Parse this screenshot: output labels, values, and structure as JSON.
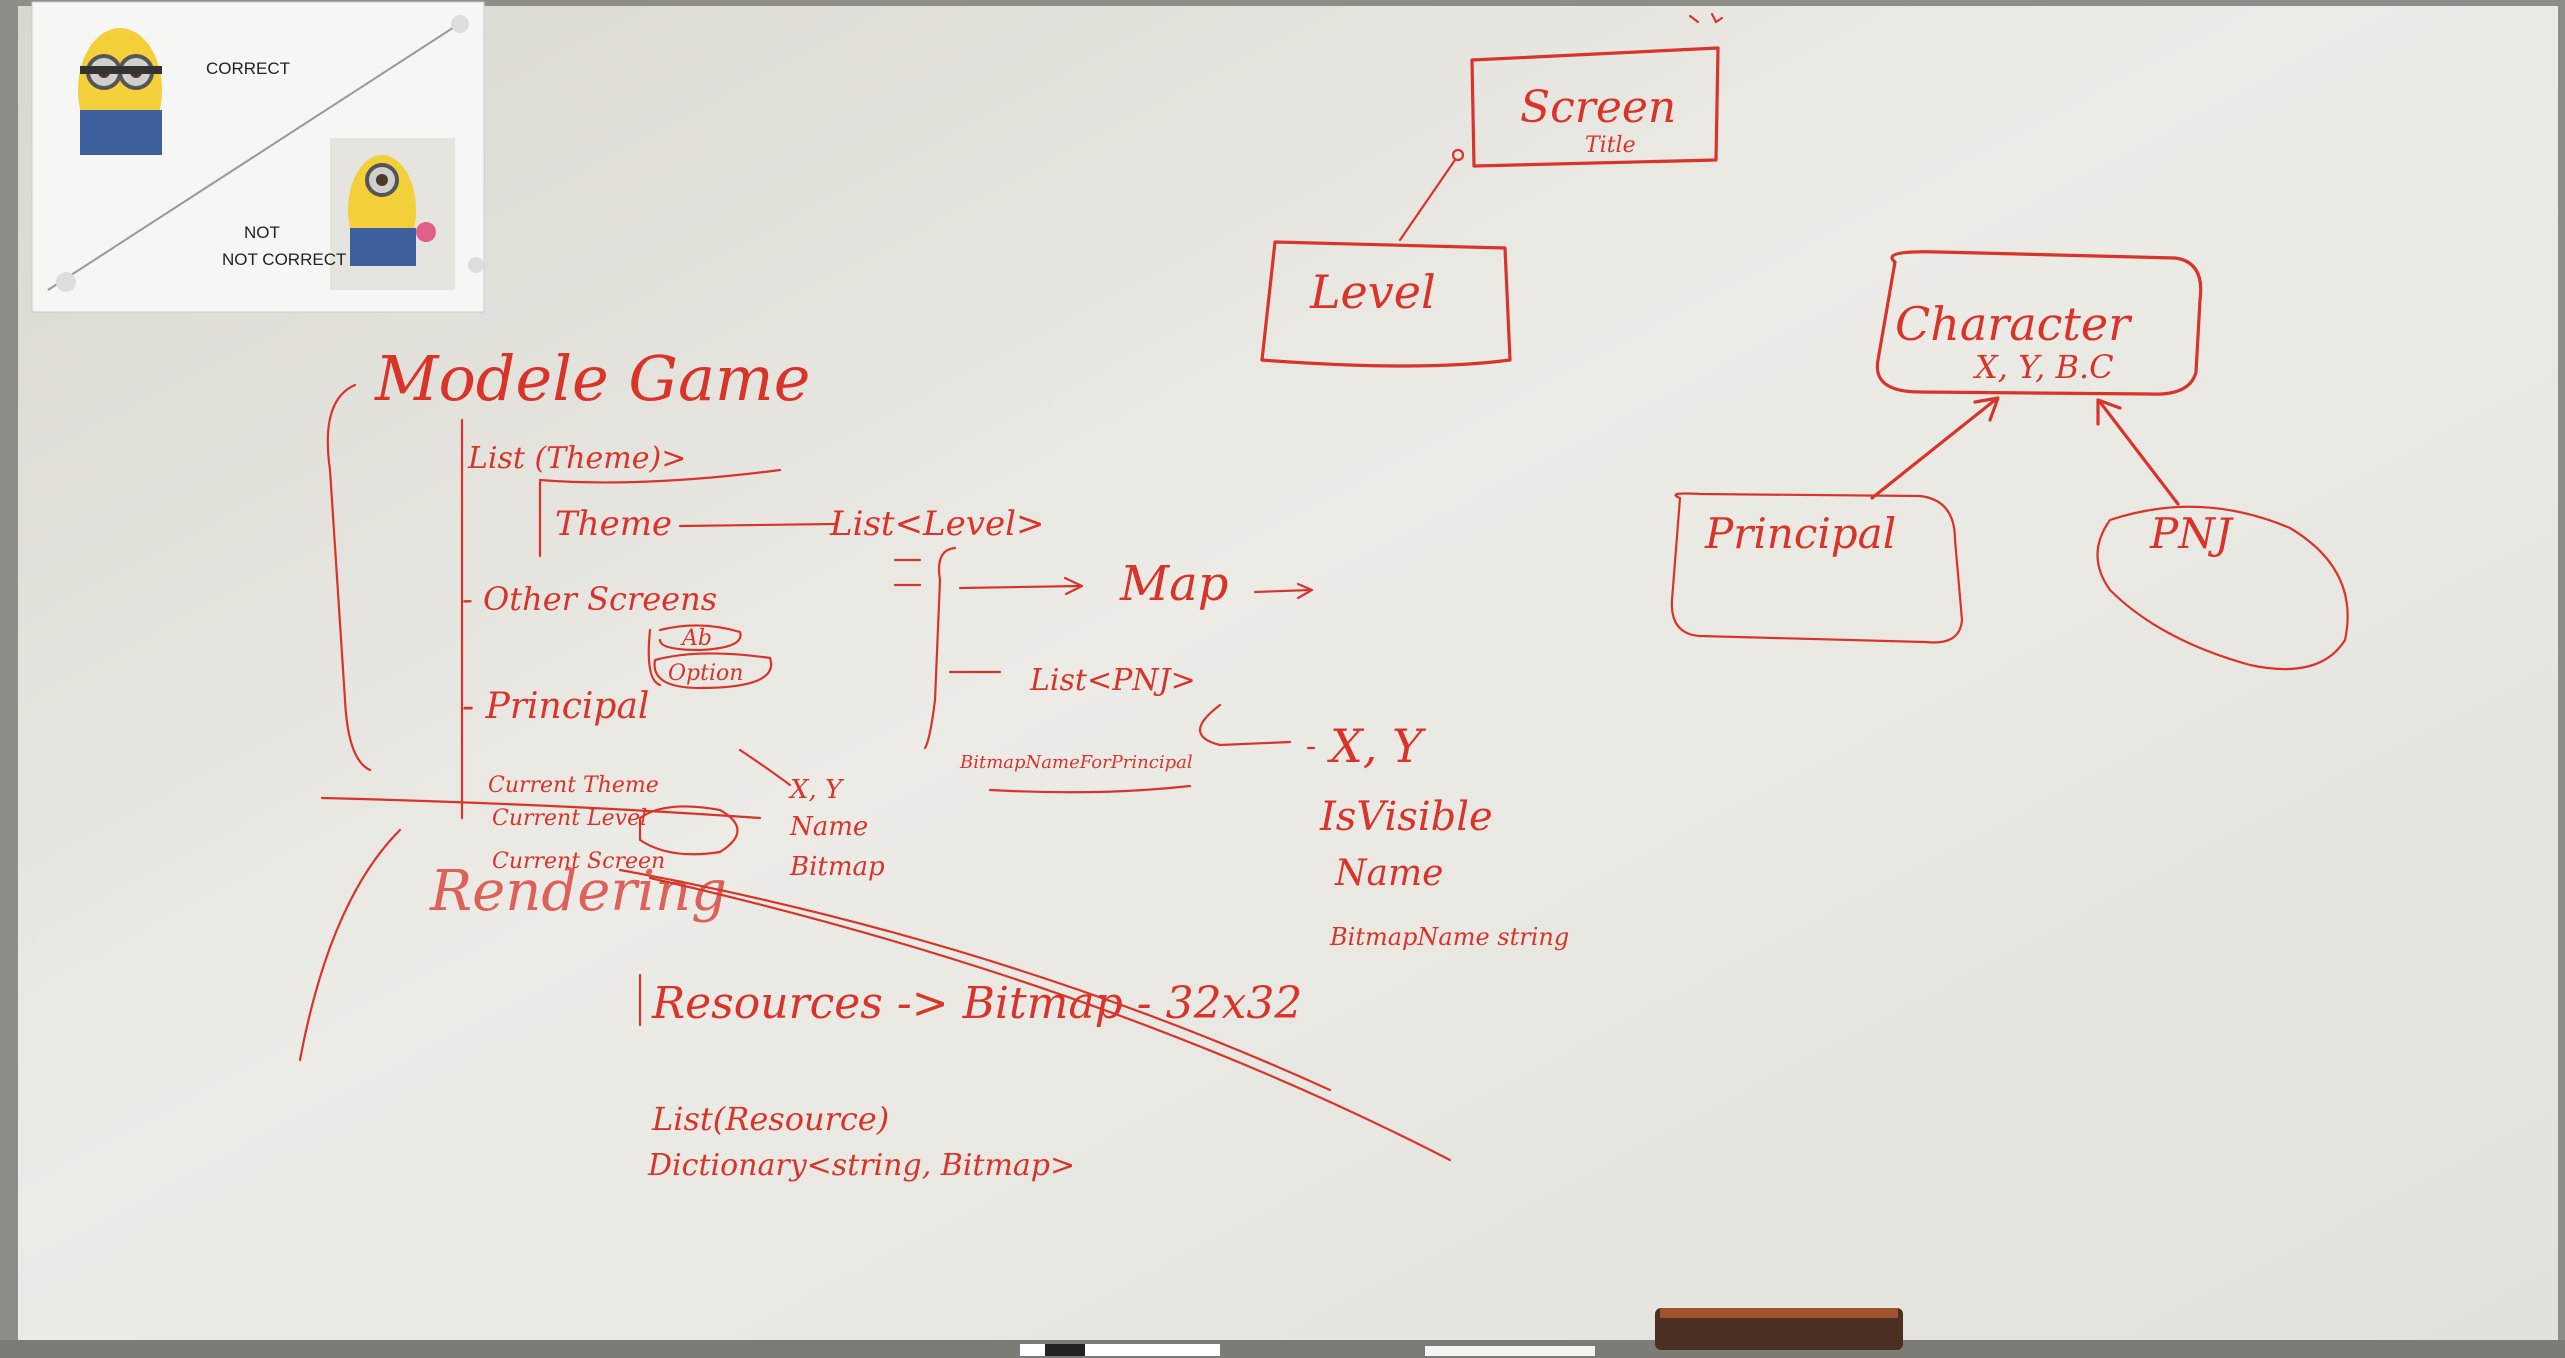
{
  "poster": {
    "correct_label": "CORRECT",
    "not_correct_label": "NOT CORRECT"
  },
  "board": {
    "screen_box": {
      "title": "Screen",
      "sub": "Title"
    },
    "level_box": {
      "title": "Level"
    },
    "character_box": {
      "title": "Character",
      "fields": "X, Y, B.C"
    },
    "principal_box": {
      "title": "Principal"
    },
    "pnj_box": {
      "title": "PNJ"
    },
    "modele_heading": "Modele Game",
    "items": {
      "list_theme": "List (Theme)>",
      "theme": "Theme",
      "list_level": "List<Level>",
      "other_screens": "- Other Screens",
      "ab": "Ab",
      "option": "Option",
      "principal": "- Principal",
      "current_theme": "Current Theme",
      "current_level": "Current Level",
      "current_screen": "Current Screen",
      "xy_small": "X, Y",
      "name_small": "Name",
      "bitmap_small": "Bitmap",
      "map": "Map",
      "list_pnj": "List<PNJ>",
      "bitmap_name_for_principal": "BitmapNameForPrincipal",
      "x_y": "X, Y",
      "is_visible": "IsVisible",
      "name": "Name",
      "bitmap_name_string": "BitmapName string"
    },
    "rendering_heading": "Rendering",
    "resources": "Resources -> Bitmap - 32x32",
    "list_resources": "List(Resource)",
    "dictionary": "Dictionary<string, Bitmap>"
  },
  "colors": {
    "marker": "#d9342a",
    "board": "#e9e8e3",
    "frame": "#9a9892"
  }
}
